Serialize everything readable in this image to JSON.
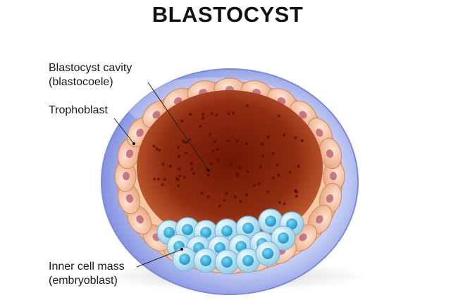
{
  "title": "BLASTOCYST",
  "labels": {
    "cavity_line1": "Blastocyst cavity",
    "cavity_line2": "(blastocoele)",
    "trophoblast": "Trophoblast",
    "icm_line1": "Inner cell mass",
    "icm_line2": "(embryoblast)"
  },
  "colors": {
    "zona_outer": "#c8d2f5",
    "zona_edge": "#6f7fd8",
    "trophoblast_cell": "#f2c09a",
    "trophoblast_nucleus": "#b8607a",
    "cavity_center": "#7a1a08",
    "cavity_edge": "#c0572a",
    "icm_cell": "#bfe6f5",
    "icm_nucleus": "#25a9d6"
  }
}
